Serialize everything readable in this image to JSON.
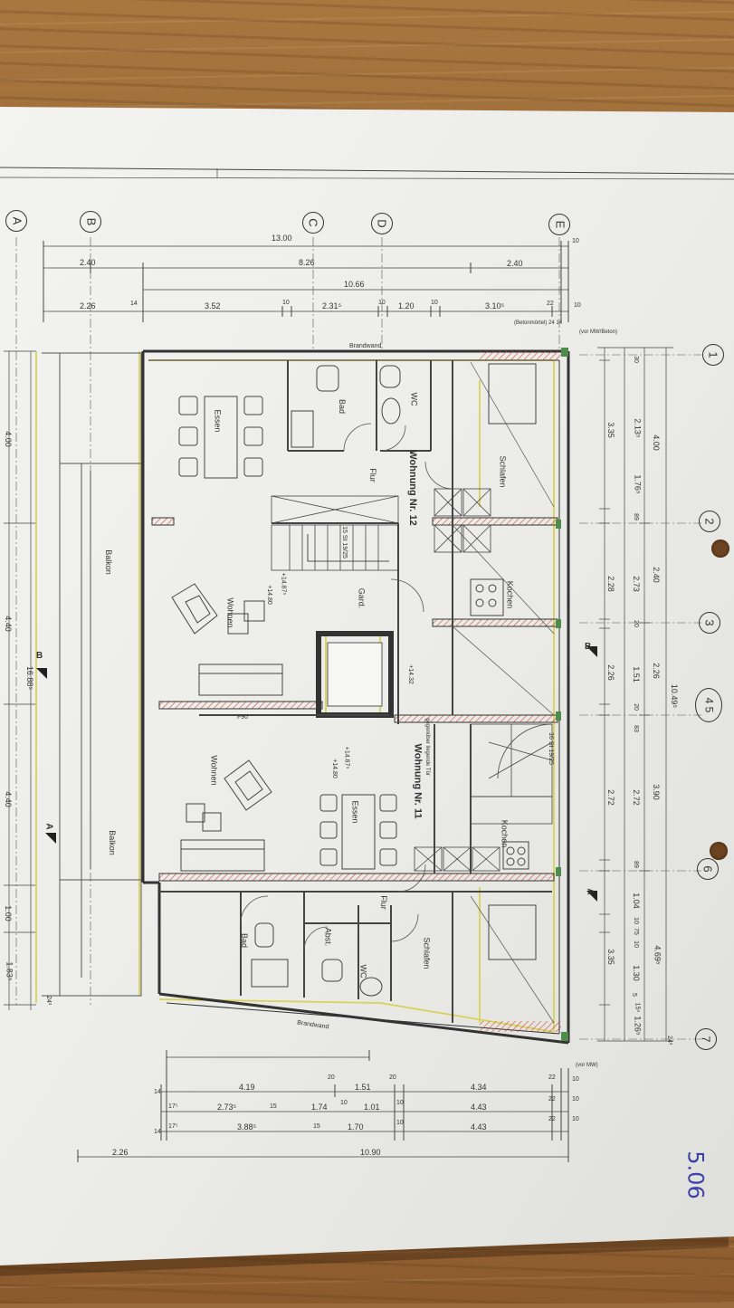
{
  "scene": {
    "background": "wooden table",
    "paper_color": "#efefec",
    "page_number": "5.06"
  },
  "grid_axes_top": [
    "A",
    "B",
    "C",
    "D",
    "E"
  ],
  "grid_axes_right": [
    "1",
    "2",
    "3",
    "4 5",
    "6",
    "7"
  ],
  "dimensions_top": {
    "row1": [
      "13.00",
      "10"
    ],
    "row2": [
      "2.40",
      "8.26",
      "2.40"
    ],
    "row3": [
      "10.66"
    ],
    "row4": [
      "2.26",
      "14",
      "3.52",
      "10",
      "2.31⁵",
      "10",
      "1.20",
      "10",
      "3.10⁵",
      "22",
      "10"
    ],
    "notes": [
      "(Betonmörtel) 24 14",
      "(vor MW/Beton)"
    ]
  },
  "dimensions_bottom": {
    "row1": [
      "4.19",
      "20",
      "1.51",
      "20",
      "4.34",
      "22",
      "10"
    ],
    "row2": [
      "14",
      "17⁵",
      "2.73⁵",
      "15",
      "1.74",
      "10",
      "1.01",
      "10",
      "4.43",
      "22",
      "10"
    ],
    "row3": [
      "14",
      "17⁵",
      "3.88⁵",
      "15",
      "1.70",
      "10",
      "4.43",
      "22",
      "10"
    ],
    "row4": [
      "2.26",
      "10.90"
    ],
    "note": "(vor MW)"
  },
  "dimensions_right": {
    "inner": [
      "30",
      "2.13⁵",
      "1.76⁵",
      "89",
      "2.73",
      "20",
      "1.51",
      "20",
      "83",
      "2.72",
      "89",
      "1.04",
      "10",
      "75",
      "10",
      "1.30",
      "5",
      "15⁵",
      "1.26⁵"
    ],
    "middle": [
      "3.35",
      "2.28",
      "2.26",
      "2.72",
      "3.35"
    ],
    "outer": [
      "4.00",
      "2.40",
      "2.26",
      "3.90",
      "4.69⁵"
    ],
    "total": "10.49⁵",
    "end": "24³"
  },
  "dimensions_left": [
    "4.00",
    "4.40",
    "4.40",
    "1.00",
    "1.83⁵",
    "16.88⁵",
    "24³"
  ],
  "rooms": {
    "unit_12_title": "Wohnung Nr. 12",
    "unit_11_title": "Wohnung Nr. 11",
    "essen_1": "Essen",
    "bad_1": "Bad",
    "wc_1": "WC",
    "flur_1": "Flur",
    "schlafen_1": "Schlafen",
    "kochen_1": "Kochen",
    "wohnen_1": "Wohnen",
    "gard_1": "Gard.",
    "balkon_1": "Balkon",
    "wohnen_2": "Wohnen",
    "essen_2": "Essen",
    "kochen_2": "Kochen",
    "balkon_2": "Balkon",
    "flur_2": "Flur",
    "bad_2": "Bad",
    "abst": "Abst.",
    "wc_2": "WC",
    "schlafen_2": "Schlafen"
  },
  "annotations": {
    "brandwand_top": "Brandwand",
    "brandwand_bottom": "Brandwand",
    "stair_1": "15 St 19/25",
    "stair_2": "16 St 19/25",
    "level_1a": "+14.87⁵",
    "level_1b": "+14.80",
    "level_2a": "+14.87⁵",
    "level_2b": "+14.80",
    "level_shaft": "+14.32",
    "section_B": "B",
    "section_A": "A",
    "door_note": "gegenüber liegende Tür",
    "f90": "F90"
  }
}
